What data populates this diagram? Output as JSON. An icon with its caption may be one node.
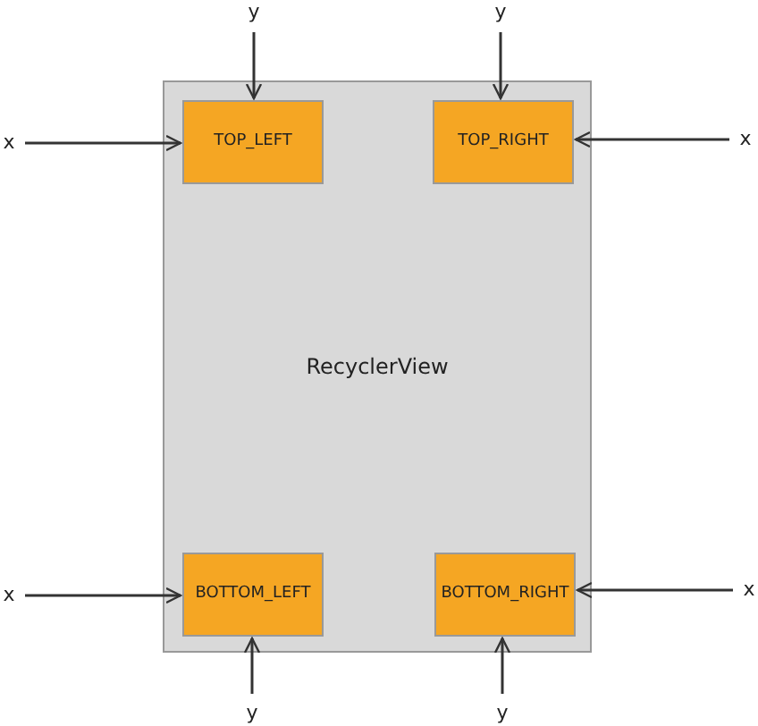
{
  "diagram": {
    "nodes": [
      {
        "text": [
          "RecyclerView"
        ]
      },
      {
        "text": [
          "TOP_LEFT"
        ],
        "in": 0
      },
      {
        "text": [
          "TOP_RIGHT"
        ],
        "in": 0
      },
      {
        "text": [
          "BOTTOM_LEFT"
        ],
        "in": 0
      },
      {
        "text": [
          "BOTTOM_RIGHT"
        ],
        "in": 0
      },
      {
        "text": [
          "y"
        ]
      },
      {
        "text": [
          "y"
        ]
      },
      {
        "text": [
          "x"
        ]
      },
      {
        "text": [
          "x"
        ]
      },
      {
        "text": [
          "x"
        ]
      },
      {
        "text": [
          "x"
        ]
      },
      {
        "text": [
          "y"
        ]
      },
      {
        "text": [
          "y"
        ]
      }
    ],
    "edges": [
      {
        "from": 5,
        "to": 1,
        "arrow": "to"
      },
      {
        "from": 6,
        "to": 2,
        "arrow": "to"
      },
      {
        "from": 7,
        "to": 1,
        "arrow": "to"
      },
      {
        "from": 8,
        "to": 2,
        "arrow": "to"
      },
      {
        "from": 9,
        "to": 3,
        "arrow": "to"
      },
      {
        "from": 10,
        "to": 4,
        "arrow": "to"
      },
      {
        "from": 11,
        "to": 3,
        "arrow": "to"
      },
      {
        "from": 12,
        "to": 4,
        "arrow": "to"
      }
    ]
  }
}
